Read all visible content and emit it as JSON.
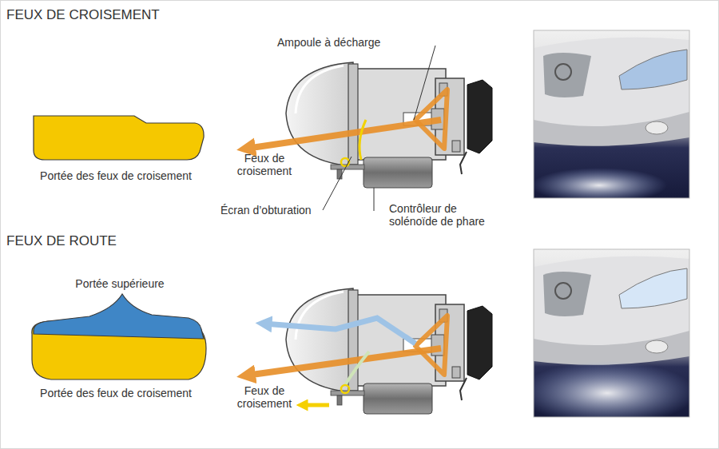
{
  "diagram": {
    "labels": [
      "FEUX DE CROISEMENT",
      "Portée des feux de croisement",
      "Ampoule à décharge",
      "Feux de croisement",
      "Écran d’obturation",
      "Contrôleur de solénoïde de phare",
      "FEUX DE ROUTE",
      "Portée supérieure",
      "Portée des feux de croisement",
      "Feux de croisement"
    ]
  }
}
